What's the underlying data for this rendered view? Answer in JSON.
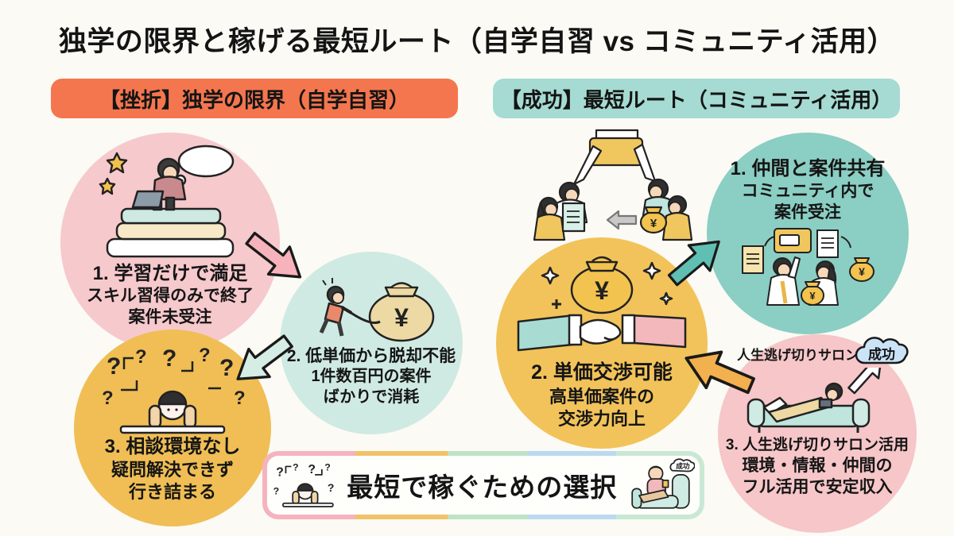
{
  "title": "独学の限界と稼げる最短ルート（自学自習 vs コミュニティ活用）",
  "yen": "¥",
  "left_section": {
    "header": "【挫折】独学の限界（自学自習）",
    "header_color": "#F4764E",
    "steps": [
      {
        "title": "1. 学習だけで満足",
        "line1": "スキル習得のみで終了",
        "line2": "案件未受注",
        "circle_color": "#F6C9CD"
      },
      {
        "title": "2. 低単価から脱却不能",
        "line1": "1件数百円の案件",
        "line2": "ばかりで消耗",
        "circle_color": "#CFEAE2"
      },
      {
        "title": "3. 相談環境なし",
        "line1": "疑問解決できず",
        "line2": "行き詰まる",
        "circle_color": "#F0BE55"
      }
    ]
  },
  "right_section": {
    "header": "【成功】最短ルート（コミュニティ活用）",
    "header_color": "#A5DBD2",
    "steps": [
      {
        "title": "1. 仲間と案件共有",
        "line1": "コミュニティ内で",
        "line2": "案件受注",
        "circle_color": "#8BCEC3"
      },
      {
        "title": "2. 単価交渉可能",
        "line1": "高単価案件の",
        "line2": "交渉力向上",
        "circle_color": "#F2C35A"
      },
      {
        "title": "3. 人生逃げ切りサロン活用",
        "line1": "環境・情報・仲間の",
        "line2": "フル活用で安定収入",
        "salon_label": "人生逃げ切りサロン",
        "success_label": "成功",
        "circle_color": "#F6C6C9"
      }
    ]
  },
  "banner": {
    "text": "最短で稼ぐための選択",
    "success_label": "成功"
  },
  "colors": {
    "background": "#FBFAF4",
    "arrow_pink": "#F6B3BB",
    "arrow_mint": "#D5EDE5",
    "arrow_teal": "#5FBFB2",
    "arrow_orange": "#F2B04E",
    "cloud_blue": "#CBE3F7",
    "text": "#141414"
  }
}
